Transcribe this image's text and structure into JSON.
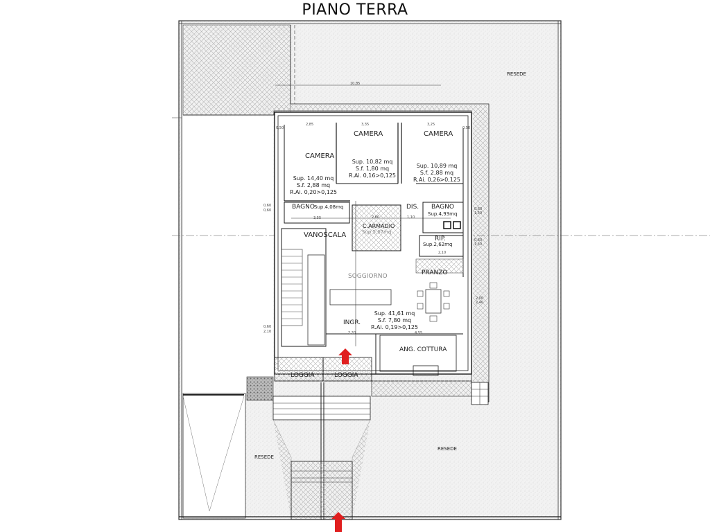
{
  "title": "PIANO TERRA",
  "exterior": {
    "resede_labels": [
      "RESEDE",
      "RESEDE",
      "RESEDE"
    ],
    "overall_dimension": "10,85"
  },
  "rooms": {
    "camera_1": {
      "name": "CAMERA",
      "sup": "Sup. 14,40 mq",
      "sf": "S.f. 2,88 mq",
      "rai": "R.Ai. 0,20>0,125"
    },
    "camera_2": {
      "name": "CAMERA",
      "sup": "Sup. 10,82 mq",
      "sf": "S.f. 1,80 mq",
      "rai": "R.Ai. 0,16>0,125"
    },
    "camera_3": {
      "name": "CAMERA",
      "sup": "Sup. 10,89 mq",
      "sf": "S.f. 2,88 mq",
      "rai": "R.Ai. 0,26>0,125"
    },
    "bagno_1": {
      "name": "BAGNO",
      "sup": "Sup.4,08mq"
    },
    "bagno_2": {
      "name": "BAGNO",
      "sup": "Sup.4,93mq"
    },
    "dis": {
      "name": "DIS."
    },
    "carmadio": {
      "name": "C.ARMADIO",
      "sup": "Sup.5,67mq"
    },
    "rip": {
      "name": "RIP.",
      "sup": "Sup.2,62mq"
    },
    "vanoscala": {
      "name": "VANOSCALA"
    },
    "soggiorno": {
      "name": "SOGGIORNO"
    },
    "pranzo": {
      "name": "PRANZO"
    },
    "living": {
      "sup": "Sup. 41,61 mq",
      "sf": "S.f. 7,80 mq",
      "rai": "R.Ai. 0,19>0,125"
    },
    "ingr": {
      "name": "INGR."
    },
    "ang_cottura": {
      "name": "ANG. COTTURA"
    },
    "loggia_1": {
      "name": "LOGGIA"
    },
    "loggia_2": {
      "name": "LOGGIA"
    }
  },
  "dimensions": {
    "wall_left": "0,50",
    "wall_right": "0,50",
    "window_1": "2,85",
    "window_2": "3,35",
    "window_3": "3,25",
    "corridor_a": "2,60",
    "corridor_b": "1,10",
    "bagno1_w": "3,55",
    "rip_w": "2,10",
    "ingr_w": "2,20",
    "cucina_w": "4,55",
    "win_left_1a": "0,60",
    "win_left_1b": "0,60",
    "win_left_2a": "0,60",
    "win_left_2b": "2,10",
    "win_right_1a": "0,60",
    "win_right_1b": "1,50",
    "win_right_2a": "0,60",
    "win_right_2b": "1,50",
    "door_right_a": "2,00",
    "door_right_b": "2,40"
  },
  "colors": {
    "entrance_arrow": "#e01e1e",
    "walls": "#1a1a1a",
    "hatch": "#9a9a9a",
    "stipple": "#efefef"
  }
}
